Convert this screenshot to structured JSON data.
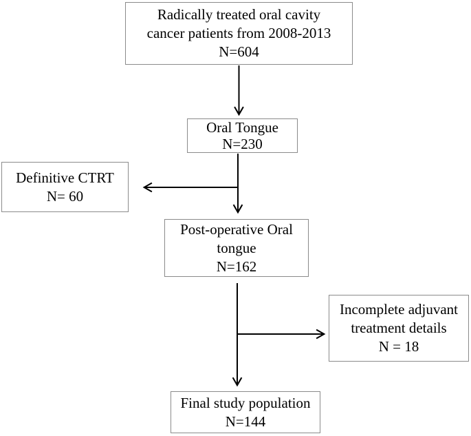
{
  "figure": {
    "background_color": "#ffffff",
    "box_border_color": "#8a8a8a",
    "arrow_color": "#000000",
    "text_color": "#000000",
    "nodes": {
      "radical": {
        "lines": [
          "Radically treated oral cavity",
          "cancer patients from 2008-2013",
          "N=604"
        ]
      },
      "oral_tongue": {
        "lines": [
          "Oral Tongue",
          "N=230"
        ]
      },
      "definitive_ctrt": {
        "lines": [
          "Definitive CTRT",
          "N= 60"
        ]
      },
      "post_operative": {
        "lines": [
          "Post-operative Oral",
          "tongue",
          "N=162"
        ]
      },
      "incomplete_adjuvant": {
        "lines": [
          "Incomplete adjuvant",
          "treatment details",
          "N = 18"
        ]
      },
      "final_population": {
        "lines": [
          "Final study population",
          "N=144"
        ]
      }
    }
  }
}
